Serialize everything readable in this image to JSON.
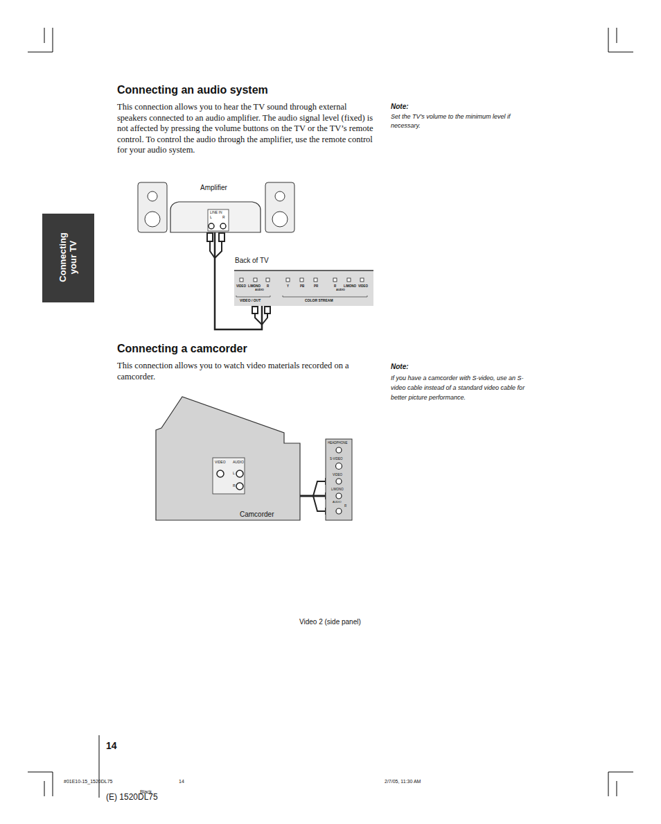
{
  "diagram": {
    "nodes": [
      {
        "text": [
          "Amplifier",
          "LINE IN",
          "L",
          "R"
        ]
      },
      {
        "text": [
          "Back of TV",
          "VIDEO",
          "L/MONO",
          "R",
          "AUDIO",
          "VIDEO / OUT",
          "Y",
          "PB",
          "PR",
          "R",
          "L/MONO",
          "VIDEO",
          "AUDIO",
          "COLOR STREAM"
        ]
      },
      {
        "text": [
          "Camcorder",
          "VIDEO",
          "AUDIO",
          "L",
          "R"
        ]
      },
      {
        "text": [
          "Video 2 (side panel)",
          "HEADPHONE",
          "S-VIDEO",
          "VIDEO",
          "L/MONO",
          "AUDIO",
          "R"
        ]
      }
    ],
    "edges": [
      {
        "from": 0,
        "to": 1,
        "arrow": "none"
      },
      {
        "from": 2,
        "to": 3,
        "arrow": "none"
      }
    ],
    "labels": [
      "Connecting your TV",
      "Connecting an audio system",
      "This connection allows you to hear the TV sound through external speakers connected to an audio amplifier. The audio signal level (fixed) is not affected by pressing the volume buttons on the TV or the TV’s remote control. To control the audio through the amplifier, use the remote control for your audio system.",
      "Note:",
      "Set the TV’s volume to the minimum level if necessary.",
      "Connecting a camcorder",
      "This connection allows you to watch video materials recorded on a camcorder.",
      "Note:",
      "If you have a camcorder with S-video, use an S-video cable instead of a standard video cable for better picture performance.",
      "14",
      "(E) 1520DL75",
      "#01E10-15_1520DL75",
      "14",
      "2/7/05, 11:30 AM",
      "Black"
    ]
  }
}
